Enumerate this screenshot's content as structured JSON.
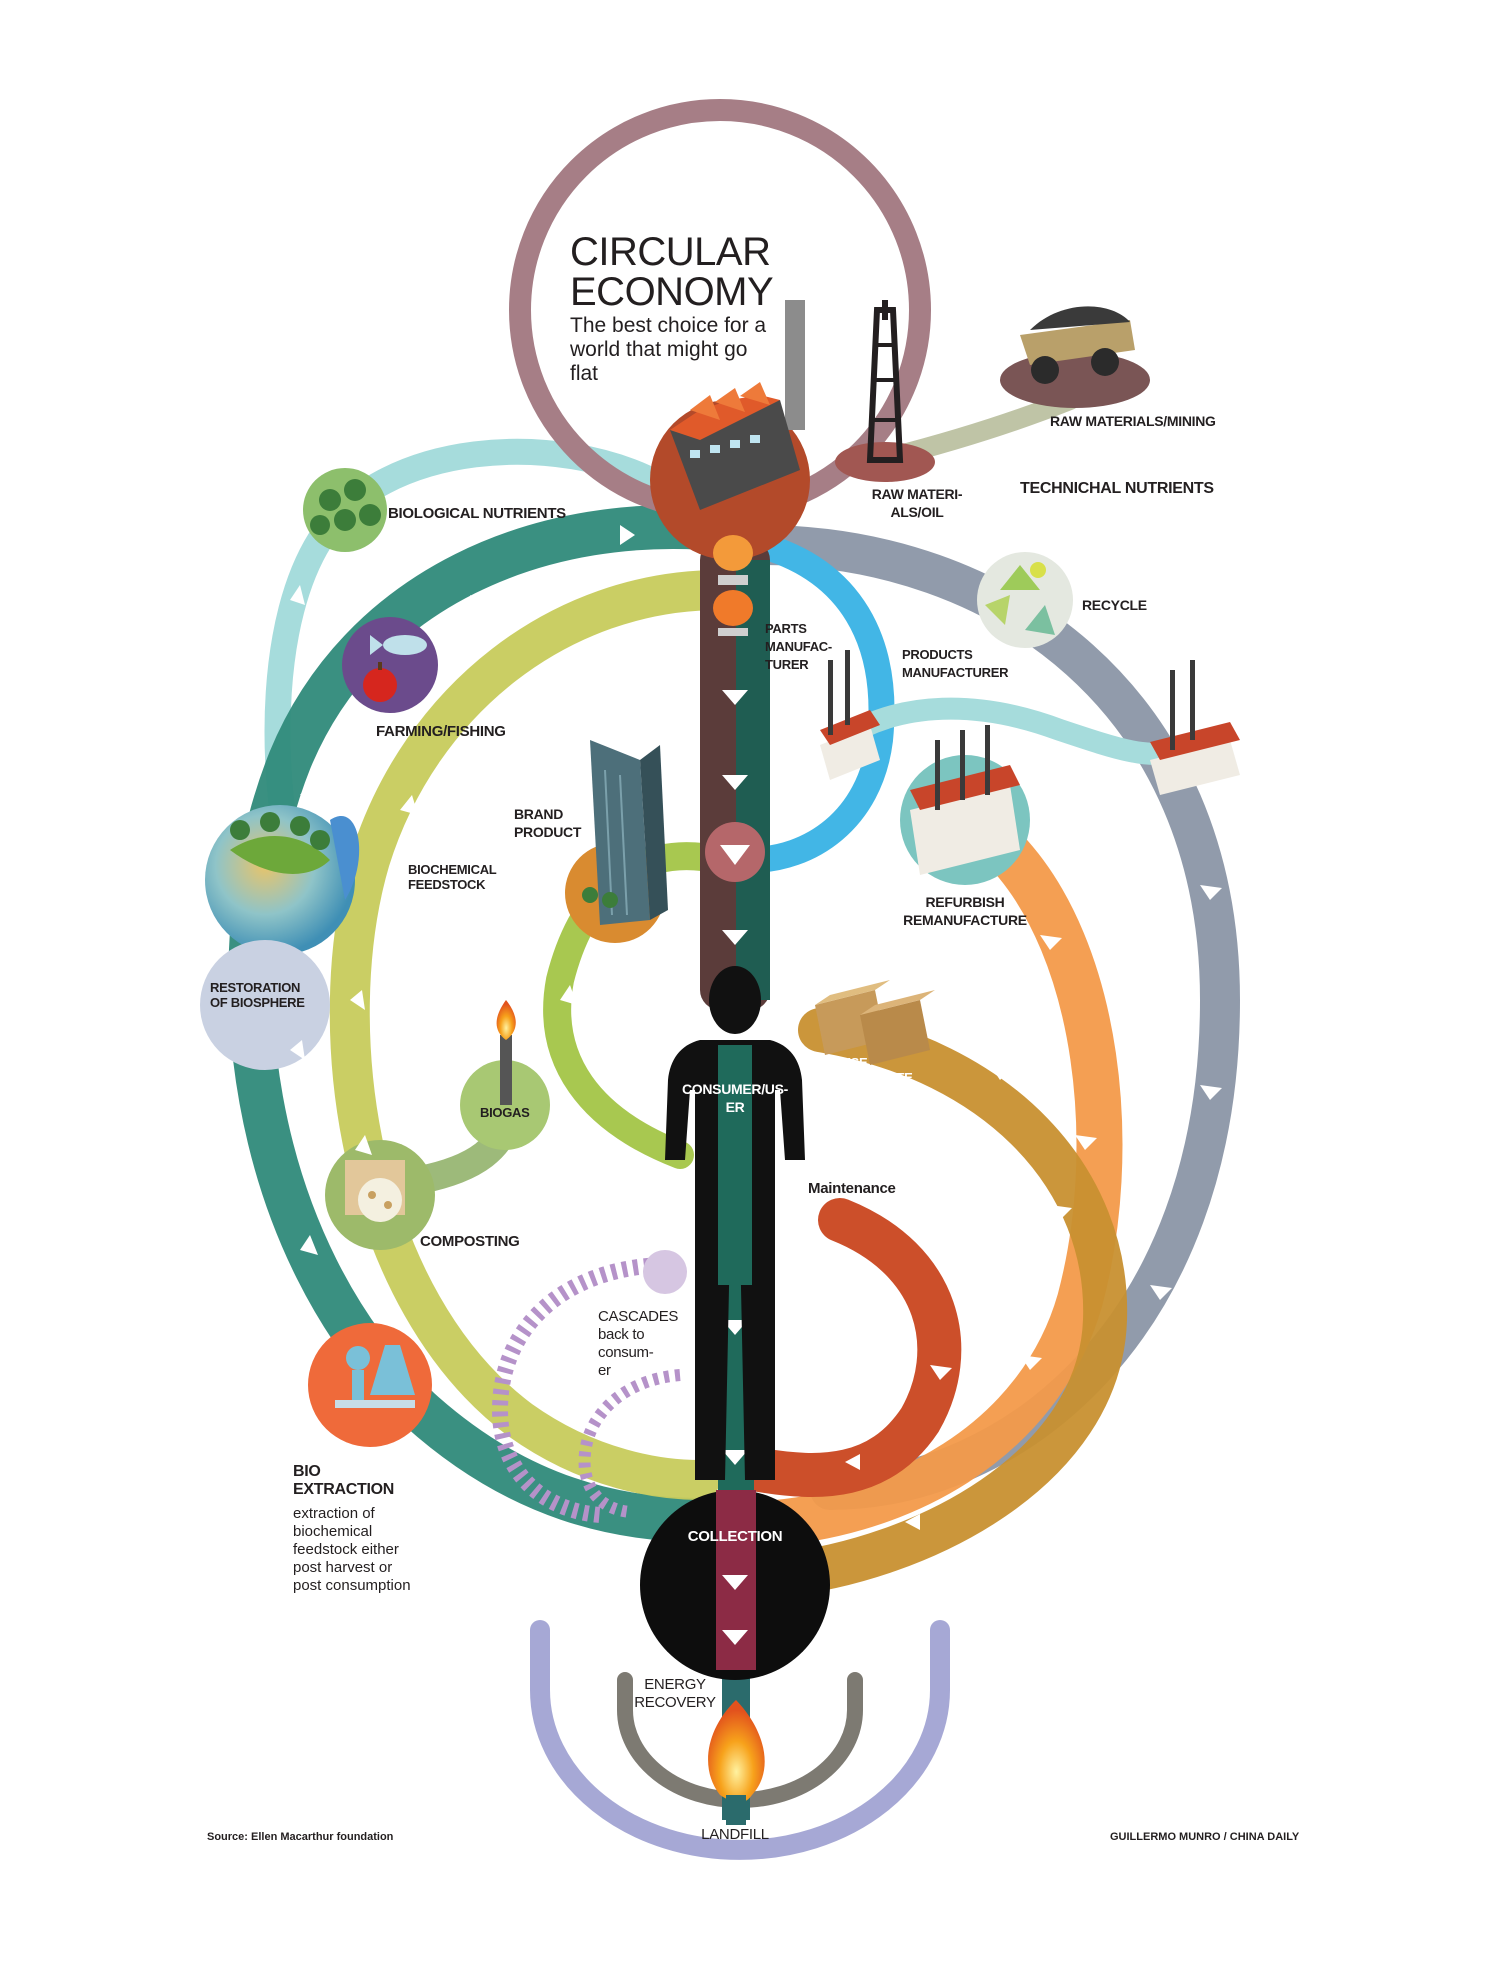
{
  "header": {
    "title_line1": "CIRCULAR",
    "title_line2": "ECONOMY",
    "subtitle": "The best choice for a world that might go flat"
  },
  "labels": {
    "raw_materials_mining": "RAW MATERIALS/MINING",
    "raw_materials_oil_line1": "RAW MATERI-",
    "raw_materials_oil_line2": "ALS/OIL",
    "technical_nutrients": "TECHNICHAL NUTRIENTS",
    "biological_nutrients": "BIOLOGICAL NUTRIENTS",
    "recycle": "RECYCLE",
    "parts_manufacturer_line1": "PARTS",
    "parts_manufacturer_line2": "MANUFAC-",
    "parts_manufacturer_line3": "TURER",
    "products_manufacturer_line1": "PRODUCTS",
    "products_manufacturer_line2": "MANUFACTURER",
    "farming_fishing": "FARMING/FISHING",
    "brand_product_line1": "BRAND",
    "brand_product_line2": "PRODUCT",
    "biochemical_feedstock_line1": "BIOCHEMICAL",
    "biochemical_feedstock_line2": "FEEDSTOCK",
    "refurbish_line1": "REFURBISH",
    "refurbish_line2": "REMANUFACTURE",
    "restoration_line1": "RESTORATION",
    "restoration_line2": "OF BIOSPHERE",
    "rehuse_line1": "REHUSE",
    "rehuse_line2": "REDESTRIBUTE",
    "consumer_line1": "CONSUMER/US-",
    "consumer_line2": "ER",
    "biogas": "BIOGAS",
    "maintenance": "Maintenance",
    "composting": "COMPOSTING",
    "cascades_line1": "CASCADES",
    "cascades_line2": "back to",
    "cascades_line3": "consum-",
    "cascades_line4": "er",
    "bio_extraction_line1": "BIO",
    "bio_extraction_line2": "EXTRACTION",
    "bio_extraction_desc_line1": "extraction of",
    "bio_extraction_desc_line2": "biochemical",
    "bio_extraction_desc_line3": "feedstock either",
    "bio_extraction_desc_line4": "post harvest or",
    "bio_extraction_desc_line5": "post consumption",
    "collection": "COLLECTION",
    "energy_recovery_line1": "ENERGY",
    "energy_recovery_line2": "RECOVERY",
    "landfill": "LANDFILL"
  },
  "footer": {
    "source": "Source: Ellen Macarthur foundation",
    "credit": "GUILLERMO MUNRO / CHINA DAILY"
  },
  "colors": {
    "mauve_ring": "#a67e86",
    "teal_dark": "#2f8a7a",
    "teal_light": "#a6dcdc",
    "lime": "#c7cb5c",
    "green_light": "#a8c850",
    "sky_blue": "#42b6e6",
    "slate": "#8b96a6",
    "orange": "#f39a4a",
    "gold": "#c89030",
    "rust": "#cc4f2a",
    "purple": "#b592c9",
    "lavender": "#9c9fd0",
    "stem_brown": "#5b3c3a",
    "stem_teal": "#1f5d52",
    "stem_maroon": "#8c2b45"
  },
  "icons": {
    "factory": "factory-icon",
    "oil_rig": "oil-rig-icon",
    "mining_truck": "mining-truck-icon",
    "recycle": "recycle-icon",
    "trees": "trees-icon",
    "fish_apple": "fish-apple-icon",
    "earth": "earth-icon",
    "skyscraper": "skyscraper-icon",
    "boxes": "boxes-icon",
    "torch": "torch-icon",
    "compost": "compost-icon",
    "lab": "lab-flask-icon",
    "person": "person-silhouette-icon",
    "fire": "fire-icon"
  }
}
